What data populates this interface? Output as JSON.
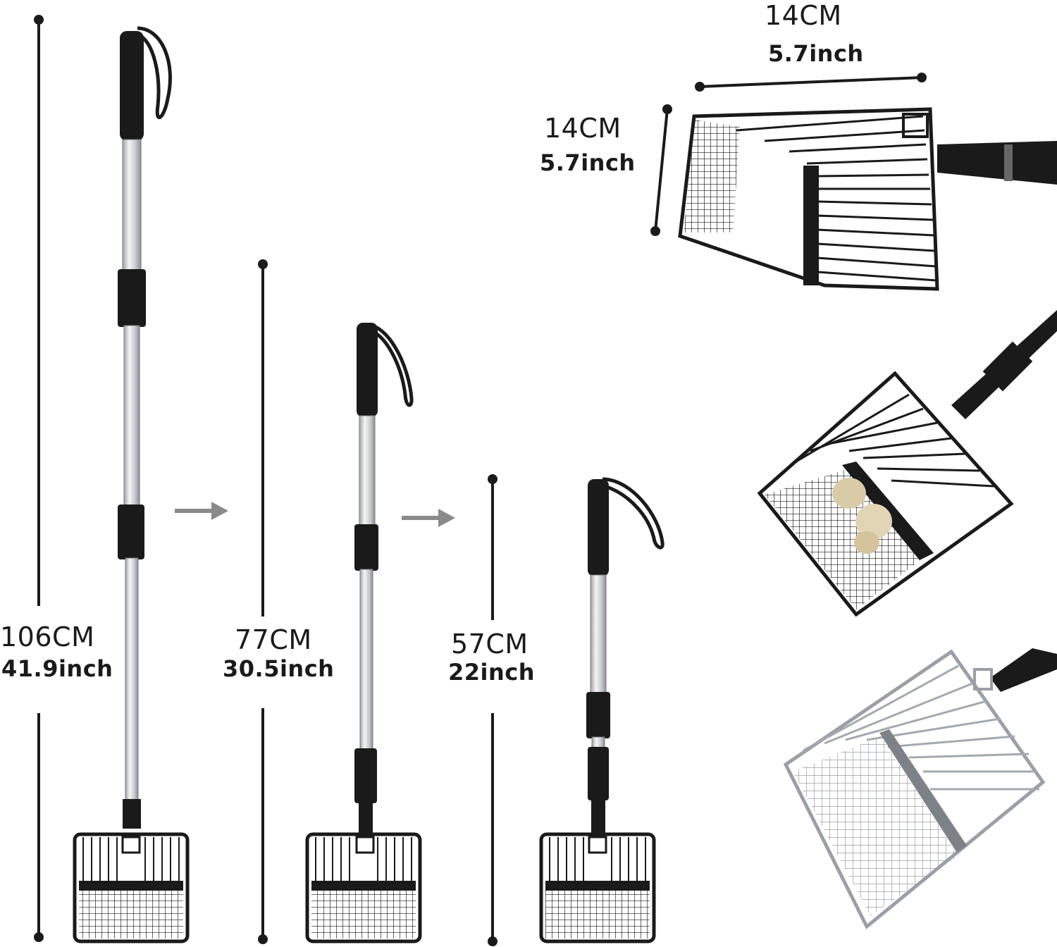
{
  "tools": [
    {
      "length_cm": "106CM",
      "length_inch": "41.9inch"
    },
    {
      "length_cm": "77CM",
      "length_inch": "30.5inch"
    },
    {
      "length_cm": "57CM",
      "length_inch": "22inch"
    }
  ],
  "scoop": {
    "width_cm": "14CM",
    "width_inch": "5.7inch",
    "height_cm": "14CM",
    "height_inch": "5.7inch"
  },
  "colors": {
    "frame": "#1a1a1a",
    "pole": "#c9ccd0",
    "chrome": "#b8bcc2",
    "waste": "#d9cba8",
    "arrow": "#8a8a8a"
  }
}
